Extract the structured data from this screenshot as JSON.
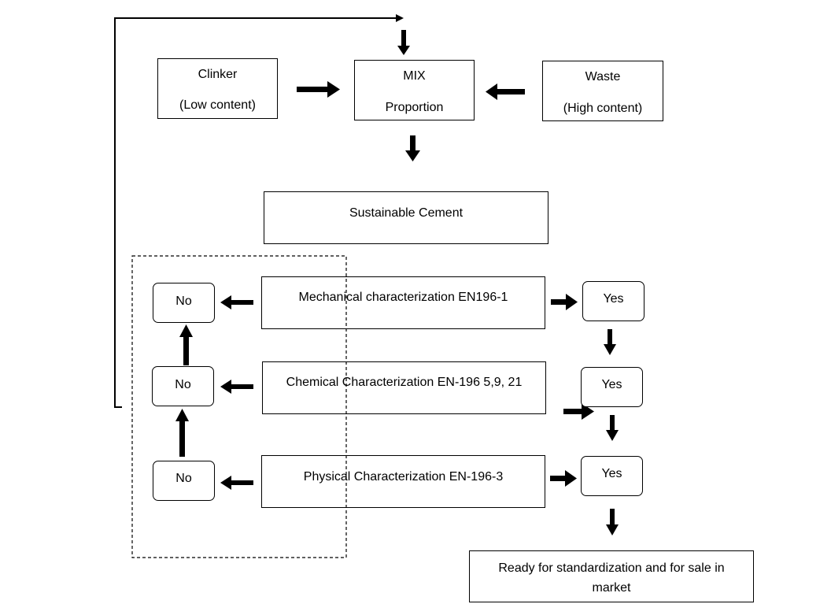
{
  "inputs": {
    "clinker": {
      "title": "Clinker",
      "detail": "(Low content)"
    },
    "mix": {
      "title": "MIX",
      "detail": "Proportion"
    },
    "waste": {
      "title": "Waste",
      "detail": "(High content)"
    }
  },
  "product": "Sustainable Cement",
  "tests": [
    {
      "label": "Mechanical characterization EN196-1",
      "fail": "No",
      "pass": "Yes"
    },
    {
      "label": "Chemical Characterization EN-196 5,9, 21",
      "fail": "No",
      "pass": "Yes"
    },
    {
      "label": "Physical Characterization EN-196-3",
      "fail": "No",
      "pass": "Yes"
    }
  ],
  "outcome": "Ready for standardization and for sale in market"
}
